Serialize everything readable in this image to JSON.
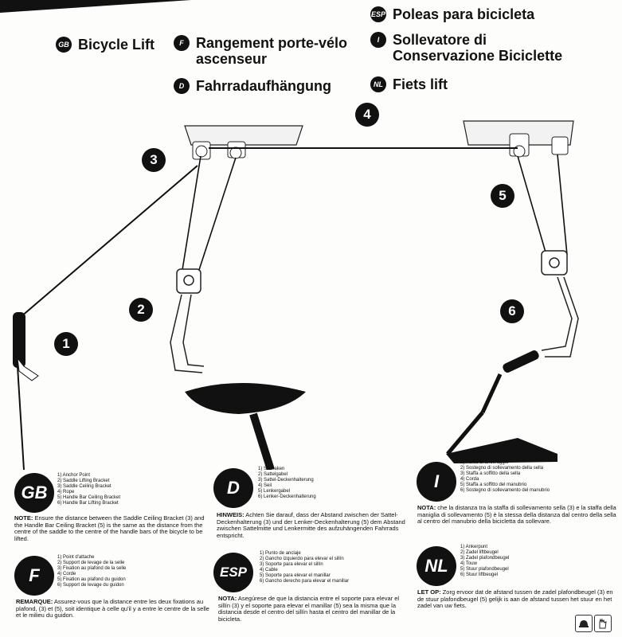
{
  "titles": {
    "gb": {
      "code": "GB",
      "text": "Bicycle Lift"
    },
    "f": {
      "code": "F",
      "text": "Rangement porte-vélo ascenseur"
    },
    "d": {
      "code": "D",
      "text": "Fahrradaufhängung"
    },
    "esp": {
      "code": "ESP",
      "text": "Poleas para bicicleta"
    },
    "i": {
      "code": "I",
      "text": "Sollevatore di Conservazione Biciclette"
    },
    "nl": {
      "code": "NL",
      "text": "Fiets lift"
    }
  },
  "callouts": [
    "1",
    "2",
    "3",
    "4",
    "5",
    "6"
  ],
  "sections": {
    "gb": {
      "badge": "GB",
      "parts": [
        "1) Anchor Point",
        "2) Saddle Lifting Bracket",
        "3) Saddle Ceiling Bracket",
        "4) Rope",
        "5) Handle Bar Ceiling Bracket",
        "6) Handle Bar Lifting Bracket"
      ],
      "note_label": "NOTE:",
      "note": "Ensure the distance between the Saddle Ceiling Bracket (3) and the Handle Bar Ceiling Bracket (5) is the same as the distance from the centre of the saddle to the centre of the handle bars of the bicycle to be lifted."
    },
    "d": {
      "badge": "D",
      "parts": [
        "1) Seilhaken",
        "2) Sattelgabel",
        "3) Sattel-Deckenhalterung",
        "4) Seil",
        "5) Lenkergabel",
        "6) Lenker-Deckenhalterung"
      ],
      "note_label": "HINWEIS:",
      "note": "Achten Sie darauf, dass der Abstand zwischen der Sattel-Deckenhalterung (3) und der Lenker-Deckenhalterung (5) dem Abstand zwischen Sattelmitte und Lenkermitte des aufzuhängenden Fahrrads entspricht."
    },
    "i": {
      "badge": "I",
      "parts": [
        "1) Punto di ancoraggio",
        "2) Sostegno di sollevamento della sella",
        "3) Staffa a soffitto della sella",
        "4) Corda",
        "5) Staffa a soffitto del manubrio",
        "6) Sostegno di sollevamento del manubrio"
      ],
      "note_label": "NOTA:",
      "note": "che la distanza tra la staffa di sollevamento sella (3) e la staffa della maniglia di sollevamento (5) è la stessa della distanza dal centro della sella al centro del manubrio della bicicletta da sollevare."
    },
    "f": {
      "badge": "F",
      "parts": [
        "1) Point d'attache",
        "2) Support de levage de la selle",
        "3) Fixation au plafond de la selle",
        "4) Corde",
        "5) Fixation au plafond du guidon",
        "6) Support de levage du guidon"
      ],
      "note_label": "REMARQUE:",
      "note": "Assurez-vous que la distance entre les deux fixations au plafond, (3) et (5), soit identique à celle qu'il y a entre le centre de la selle et le milieu du guidon."
    },
    "esp": {
      "badge": "ESP",
      "parts": [
        "1) Punto de anclaje",
        "2) Gancho izquierdo para elevar el sillín",
        "3) Soporte para elevar el sillín",
        "4) Cable",
        "5) Soporte para elevar el manillar",
        "6) Gancho derecho para elevar el manillar"
      ],
      "note_label": "NOTA:",
      "note": "Asegúrese de que la distancia entre el soporte para elevar el sillín (3) y el soporte para elevar el manillar (5) sea la misma que la distancia desde el centro del sillín hasta el centro del manillar de la bicicleta."
    },
    "nl": {
      "badge": "NL",
      "parts": [
        "1) Ankerpunt",
        "2) Zadel liftbeugel",
        "3) Zadel plafondbeugel",
        "4) Touw",
        "5) Stuur plafondbeugel",
        "6) Stuur liftbeugel"
      ],
      "note_label": "LET OP:",
      "note": "Zorg ervoor dat de afstand tussen de zadel plafondbeugel (3) en de stuur plafondbeugel (5) gelijk is aan de afstand tussen het stuur en het zadel van uw fiets."
    }
  },
  "icons": [
    "helmet-icon",
    "gloves-icon"
  ]
}
